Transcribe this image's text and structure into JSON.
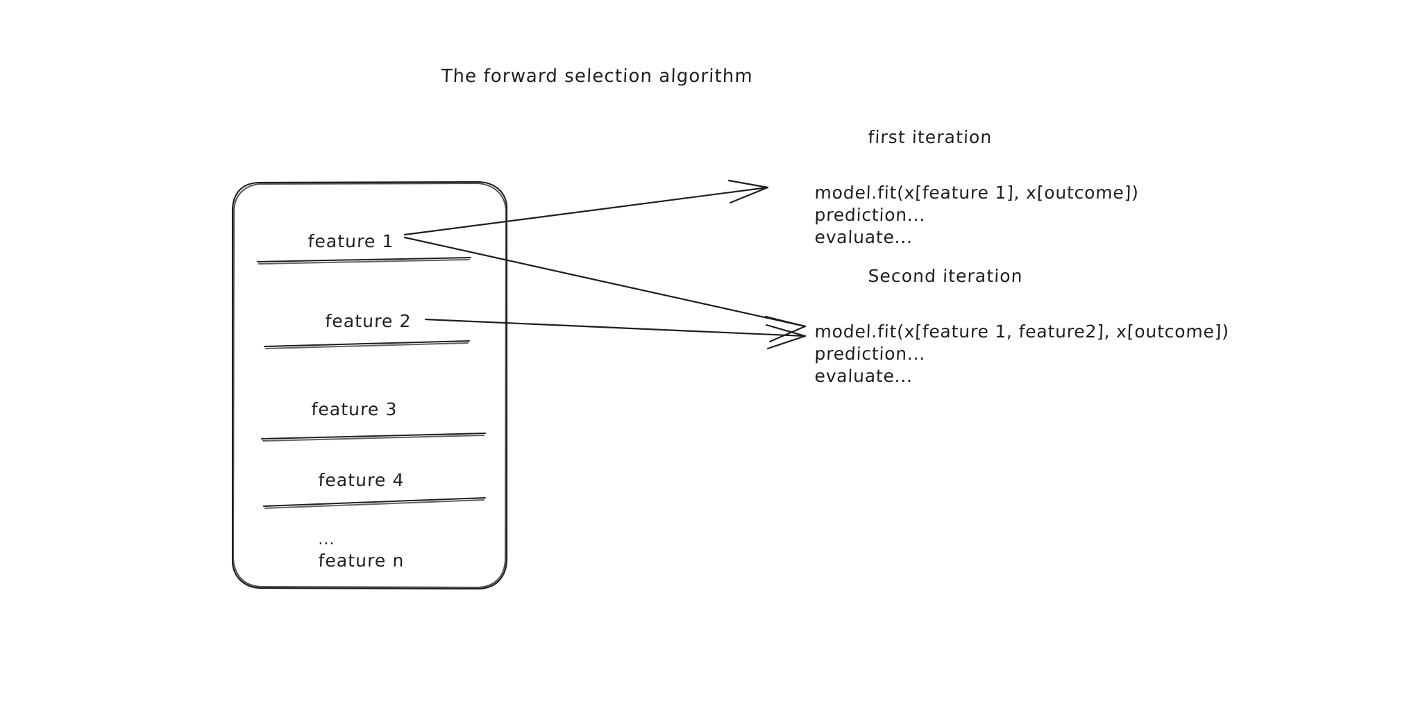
{
  "diagram": {
    "title": "The forward selection algorithm",
    "background_color": "#ffffff",
    "stroke_color": "#1e1e1e",
    "text_color": "#1e1e1e"
  },
  "feature_box": {
    "items": [
      {
        "label": "feature 1"
      },
      {
        "label": "feature 2"
      },
      {
        "label": "feature 3"
      },
      {
        "label": "feature 4"
      },
      {
        "label": "..."
      },
      {
        "label": "feature n"
      }
    ]
  },
  "iterations": [
    {
      "heading": "first iteration",
      "code": [
        "model.fit(x[feature 1], x[outcome])",
        "prediction...",
        "evaluate..."
      ]
    },
    {
      "heading": "Second iteration",
      "code": [
        "model.fit(x[feature 1, feature2], x[outcome])",
        "prediction...",
        "evaluate..."
      ]
    }
  ],
  "arrows": [
    {
      "name": "feature-1-to-first-iteration",
      "from": "feature 1",
      "to": "first iteration"
    },
    {
      "name": "feature-1-to-second-iteration",
      "from": "feature 1",
      "to": "Second iteration"
    },
    {
      "name": "feature-2-to-second-iteration",
      "from": "feature 2",
      "to": "Second iteration"
    }
  ]
}
